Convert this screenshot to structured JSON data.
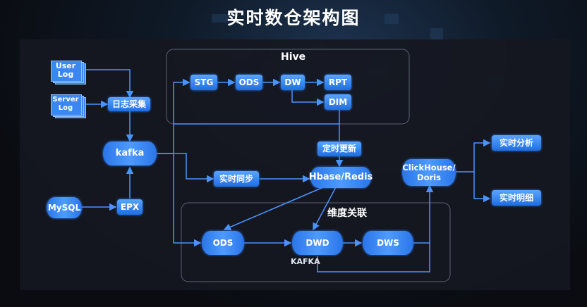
{
  "page_title": "实时数仓架构图",
  "hive_label": "Hive",
  "kafka_group_label": "维度关联",
  "kafka_caption": "KAFKA",
  "nodes": {
    "user_log": "User\nLog",
    "server_log": "Server\nLog",
    "log_collect": "日志采集",
    "kafka": "kafka",
    "mysql": "MySQL",
    "epx": "EPX",
    "stg": "STG",
    "ods_hive": "ODS",
    "dw": "DW",
    "rpt": "RPT",
    "dim": "DIM",
    "scheduled_update": "定时更新",
    "realtime_sync": "实时同步",
    "hbase_redis": "Hbase/Redis",
    "ods_kafka": "ODS",
    "dwd": "DWD",
    "dws": "DWS",
    "clickhouse_doris": "ClickHouse/\nDoris",
    "realtime_analysis": "实时分析",
    "realtime_detail": "实时明细"
  },
  "colors": {
    "accent": "#2f7ff0",
    "line": "#4a93ff",
    "group_border": "#5a6272"
  }
}
